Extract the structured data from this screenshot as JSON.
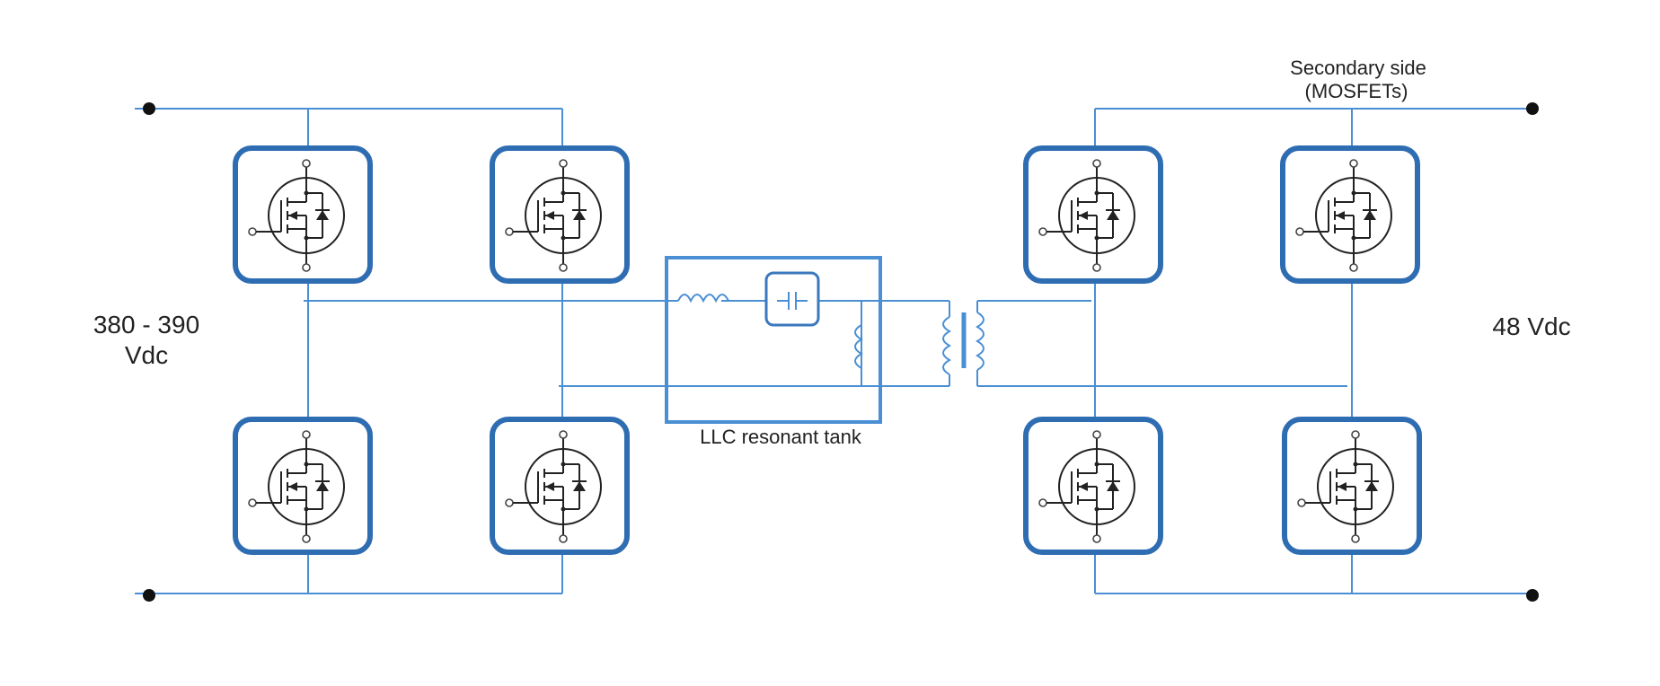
{
  "labels": {
    "input_voltage_line1": "380 - 390",
    "input_voltage_line2": "Vdc",
    "output_voltage": "48 Vdc",
    "secondary_line1": "Secondary side",
    "secondary_line2": "(MOSFETs)",
    "tank": "LLC resonant tank"
  },
  "colors": {
    "wire": "#4a8fd4",
    "switch_border": "#2f6db3",
    "symbol": "#222222"
  },
  "icons": {
    "switch": "mosfet-with-body-diode-icon",
    "terminal": "terminal-dot-icon",
    "capacitor": "capacitor-icon",
    "inductor": "inductor-icon",
    "transformer": "transformer-icon"
  }
}
